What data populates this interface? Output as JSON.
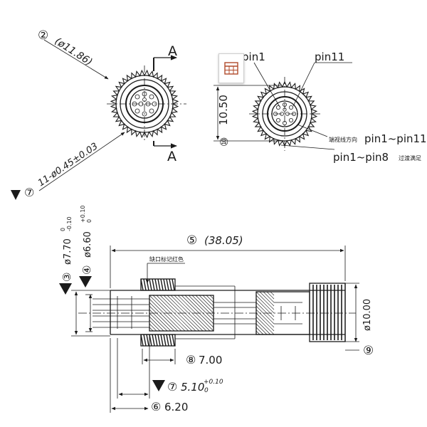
{
  "labels": {
    "callout2_num": "②",
    "callout2_text": "(ø11.86)",
    "section_a_top": "A",
    "section_a_bottom": "A",
    "callout7_top_num": "⑦",
    "callout7_top_text": "11-ø0.45±0.03",
    "pin1": "pin1",
    "pin11": "pin11",
    "dim_1050": "10.50",
    "callout10_num": "⑩",
    "note_pin11": "pin1~pin11",
    "note_pin11_prefix": "端视线方向",
    "note_pin8": "pin1~pin8",
    "note_pin8_suffix": "过渡满足",
    "callout5_num": "⑤",
    "callout5_text": "(38.05)",
    "callout3_num": "③",
    "callout3_text": "ø7.70",
    "callout3_tol_up": "0",
    "callout3_tol_dn": "-0.10",
    "callout4_num": "④",
    "callout4_text": "ø6.60",
    "callout4_tol_up": "+0.10",
    "callout4_tol_dn": "0",
    "mark_note": "缺口标记红色",
    "dim_10": "ø10.00",
    "callout9_num": "⑨",
    "callout8_num": "⑧",
    "callout8_text": "7.00",
    "callout7_bottom_num": "⑦",
    "callout7_bottom_text": "5.10",
    "callout7_bottom_tol_up": "+0.10",
    "callout7_bottom_tol_dn": "0",
    "callout6_num": "⑥",
    "callout6_text": "6.20"
  },
  "icons": {
    "toolbar": "table-grid-icon",
    "inspection_mark": "triangle-down-icon"
  }
}
